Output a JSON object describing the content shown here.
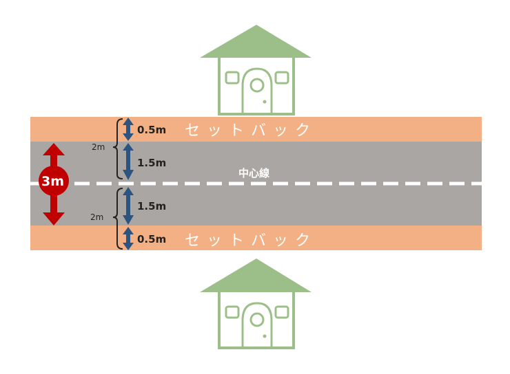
{
  "labels": {
    "setback_top": "セットバック",
    "setback_bottom": "セットバック",
    "center_line": "中心線",
    "total_width": "3m",
    "top_setback_dim": "0.5m",
    "top_road_dim": "1.5m",
    "bottom_road_dim": "1.5m",
    "bottom_setback_dim": "0.5m",
    "top_total_dim": "2m",
    "bottom_total_dim": "2m"
  },
  "icons": {
    "top_house": "house-icon",
    "bottom_house": "house-icon"
  },
  "colors": {
    "setback": "#f2b084",
    "road": "#aaa6a4",
    "house": "#9cbf8a",
    "arrow_blue": "#2b5580",
    "arrow_red": "#c00000",
    "center_line": "#ffffff"
  }
}
